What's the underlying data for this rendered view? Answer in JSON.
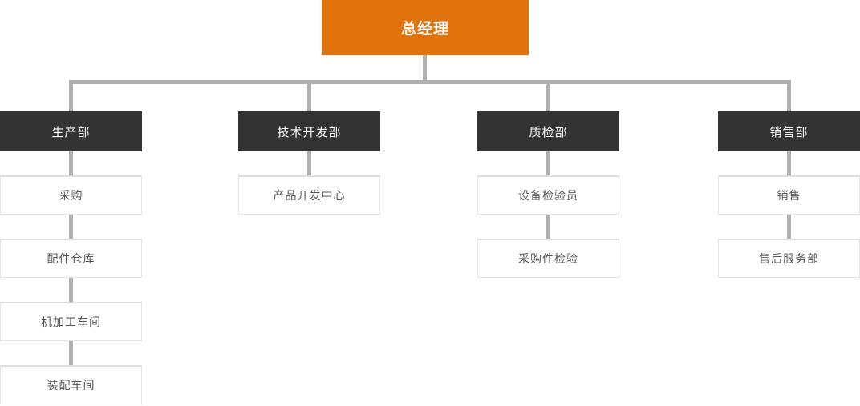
{
  "palette": {
    "root_bg": "#E2720C",
    "dept_bg": "#333333",
    "connector": "#B0B0B0",
    "child_border": "#E0E0E0",
    "child_text": "#555555",
    "node_text_light": "#FFFFFF"
  },
  "chart_data": {
    "type": "table",
    "title": "",
    "root": "总经理",
    "departments": [
      {
        "name": "生产部",
        "children": [
          "采购",
          "配件仓库",
          "机加工车间",
          "装配车间"
        ]
      },
      {
        "name": "技术开发部",
        "children": [
          "产品开发中心"
        ]
      },
      {
        "name": "质检部",
        "children": [
          "设备检验员",
          "采购件检验"
        ]
      },
      {
        "name": "销售部",
        "children": [
          "销售",
          "售后服务部"
        ]
      }
    ]
  },
  "root": {
    "label": "总经理"
  },
  "columns": [
    {
      "dept": "生产部",
      "children": [
        "采购",
        "配件仓库",
        "机加工车间",
        "装配车间"
      ]
    },
    {
      "dept": "技术开发部",
      "children": [
        "产品开发中心"
      ]
    },
    {
      "dept": "质检部",
      "children": [
        "设备检验员",
        "采购件检验"
      ]
    },
    {
      "dept": "销售部",
      "children": [
        "销售",
        "售后服务部"
      ]
    }
  ]
}
